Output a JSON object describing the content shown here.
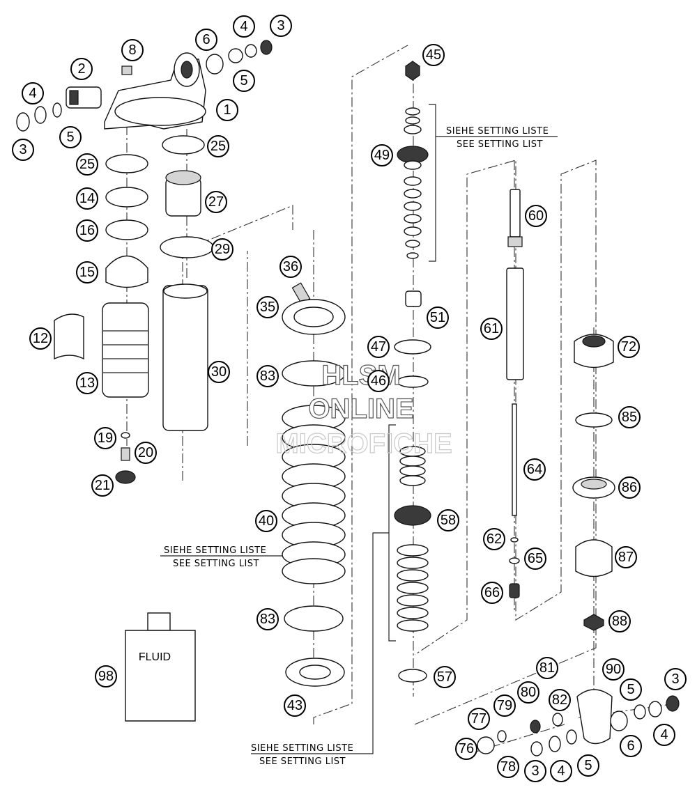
{
  "callouts": [
    "1",
    "2",
    "3",
    "4",
    "5",
    "6",
    "8",
    "12",
    "13",
    "14",
    "15",
    "16",
    "19",
    "20",
    "21",
    "25",
    "27",
    "29",
    "30",
    "35",
    "36",
    "40",
    "43",
    "45",
    "46",
    "47",
    "49",
    "51",
    "57",
    "58",
    "60",
    "61",
    "62",
    "64",
    "65",
    "66",
    "72",
    "76",
    "77",
    "78",
    "79",
    "80",
    "81",
    "82",
    "83",
    "85",
    "86",
    "87",
    "88",
    "90",
    "98"
  ],
  "notes": {
    "setting_de": "SIEHE SETTING LISTE",
    "setting_en": "SEE SETTING LIST"
  },
  "fluid_label": "FLUID",
  "watermark": {
    "line1": "HLSM",
    "line2": "ONLINE",
    "line3": "MICROFICHE"
  }
}
